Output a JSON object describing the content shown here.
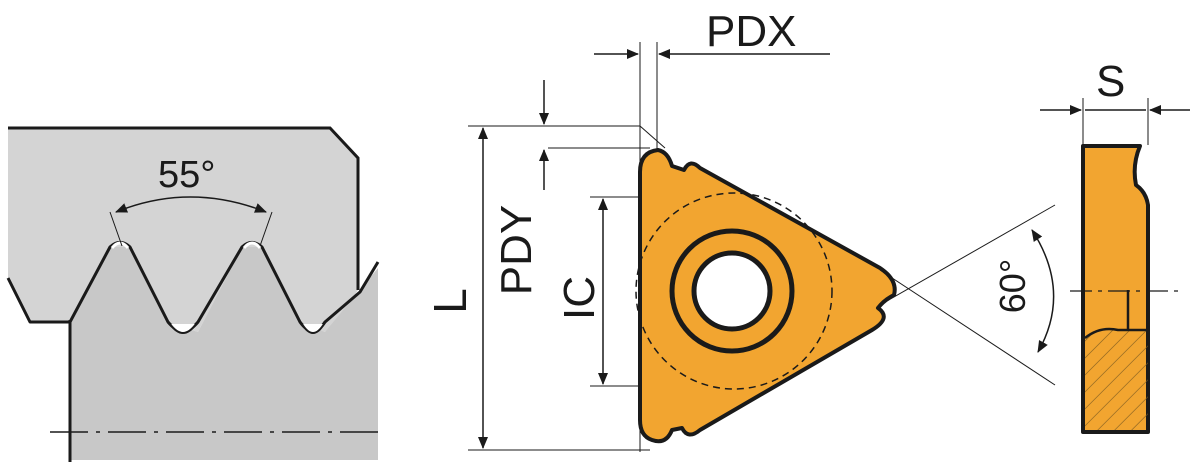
{
  "labels": {
    "thread_angle": "55°",
    "pdx": "PDX",
    "pdy": "PDY",
    "length": "L",
    "ic": "IC",
    "thickness": "S",
    "side_angle": "60°"
  },
  "colors": {
    "insert_fill": "#f2a530",
    "workpiece_fill": "#d4d4d4",
    "line": "#1a1a1a"
  }
}
